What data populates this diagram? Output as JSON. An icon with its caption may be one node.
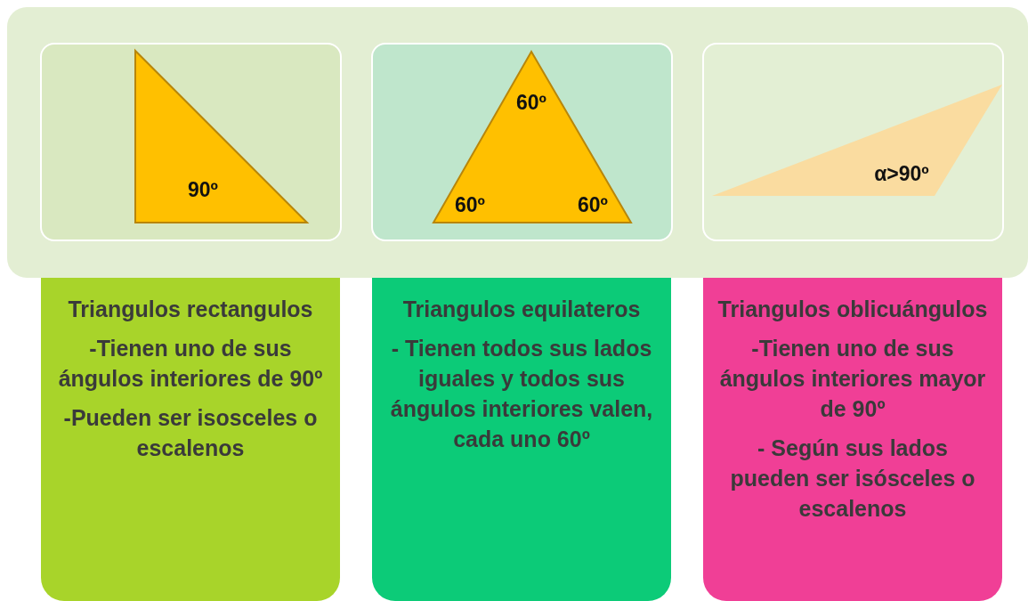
{
  "diagram": {
    "nodes": [
      {
        "text": [],
        "shape": "box"
      },
      {
        "text": [],
        "shape": "box",
        "in": 0
      },
      {
        "text": [
          "90º"
        ],
        "in": 1
      },
      {
        "text": [],
        "shape": "box",
        "in": 0
      },
      {
        "text": [
          "60º",
          "60º",
          "60º"
        ],
        "in": 3
      },
      {
        "text": [],
        "shape": "box",
        "in": 0
      },
      {
        "text": [
          "α>90º"
        ],
        "in": 5
      },
      {
        "text": [
          "Triangulos rectangulos",
          "-Tienen uno de sus ángulos interiores de 90º",
          "-Pueden ser isosceles o escalenos"
        ]
      },
      {
        "text": [
          "Triangulos equilateros",
          "- Tienen todos sus lados iguales y todos sus ángulos interiores valen, cada uno 60º"
        ]
      },
      {
        "text": [
          "Triangulos oblicuángulos",
          "-Tienen uno de sus ángulos interiores mayor de 90º",
          "- Según sus lados pueden ser isósceles o escalenos"
        ]
      }
    ]
  }
}
